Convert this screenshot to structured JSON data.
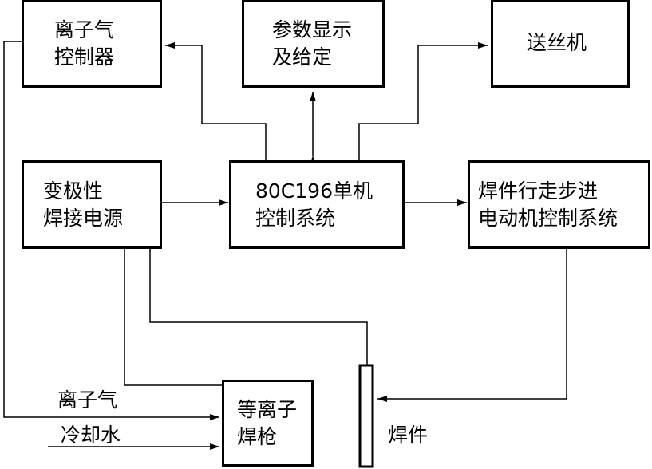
{
  "boxes": {
    "ion_gas_ctrl": {
      "line1": "离子气",
      "line2": "控制器"
    },
    "param_display": {
      "line1": "参数显示",
      "line2": "及给定"
    },
    "wire_feeder": {
      "line1": "送丝机"
    },
    "vp_power": {
      "line1": "变极性",
      "line2": "焊接电源"
    },
    "mcu": {
      "line1": "80C196单机",
      "line2": "控制系统"
    },
    "stepper": {
      "line1": "焊件行走步进",
      "line2": "电动机控制系统"
    },
    "torch": {
      "line1": "等离子",
      "line2": "焊枪"
    }
  },
  "labels": {
    "ion_gas": "离子气",
    "coolant": "冷却水",
    "workpiece": "焊件"
  }
}
